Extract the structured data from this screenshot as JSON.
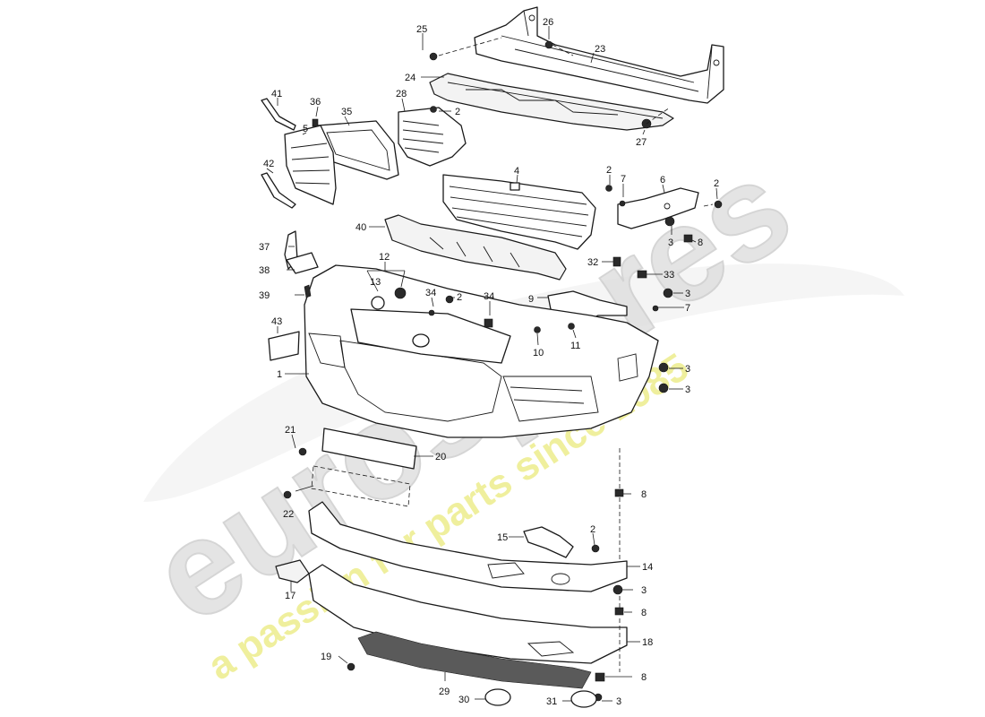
{
  "watermark": {
    "brand": "eurospares",
    "tagline": "a passion for parts since 1985",
    "brand_color": "#d9d9d9",
    "tagline_color": "#efef8a"
  },
  "callouts": [
    {
      "id": "c25",
      "text": "25"
    },
    {
      "id": "c26",
      "text": "26"
    },
    {
      "id": "c23",
      "text": "23"
    },
    {
      "id": "c24",
      "text": "24"
    },
    {
      "id": "c41",
      "text": "41"
    },
    {
      "id": "c36",
      "text": "36"
    },
    {
      "id": "c35",
      "text": "35"
    },
    {
      "id": "c28",
      "text": "28"
    },
    {
      "id": "c2a",
      "text": "2"
    },
    {
      "id": "c27",
      "text": "27"
    },
    {
      "id": "c5",
      "text": "5"
    },
    {
      "id": "c42",
      "text": "42"
    },
    {
      "id": "c4",
      "text": "4"
    },
    {
      "id": "c2b",
      "text": "2"
    },
    {
      "id": "c7a",
      "text": "7"
    },
    {
      "id": "c6",
      "text": "6"
    },
    {
      "id": "c2c",
      "text": "2"
    },
    {
      "id": "c40",
      "text": "40"
    },
    {
      "id": "c3a",
      "text": "3"
    },
    {
      "id": "c8a",
      "text": "8"
    },
    {
      "id": "c37",
      "text": "37"
    },
    {
      "id": "c12",
      "text": "12"
    },
    {
      "id": "c38",
      "text": "38"
    },
    {
      "id": "c32",
      "text": "32"
    },
    {
      "id": "c33",
      "text": "33"
    },
    {
      "id": "c13",
      "text": "13"
    },
    {
      "id": "c34a",
      "text": "34"
    },
    {
      "id": "c34b",
      "text": "34"
    },
    {
      "id": "c2d",
      "text": "2"
    },
    {
      "id": "c39",
      "text": "39"
    },
    {
      "id": "c9",
      "text": "9"
    },
    {
      "id": "c3b",
      "text": "3"
    },
    {
      "id": "c7b",
      "text": "7"
    },
    {
      "id": "c43",
      "text": "43"
    },
    {
      "id": "c10",
      "text": "10"
    },
    {
      "id": "c11",
      "text": "11"
    },
    {
      "id": "c1",
      "text": "1"
    },
    {
      "id": "c3c",
      "text": "3"
    },
    {
      "id": "c3d",
      "text": "3"
    },
    {
      "id": "c21",
      "text": "21"
    },
    {
      "id": "c20",
      "text": "20"
    },
    {
      "id": "c22",
      "text": "22"
    },
    {
      "id": "c8b",
      "text": "8"
    },
    {
      "id": "c15",
      "text": "15"
    },
    {
      "id": "c2e",
      "text": "2"
    },
    {
      "id": "c14",
      "text": "14"
    },
    {
      "id": "c17",
      "text": "17"
    },
    {
      "id": "c3e",
      "text": "3"
    },
    {
      "id": "c8c",
      "text": "8"
    },
    {
      "id": "c18",
      "text": "18"
    },
    {
      "id": "c19",
      "text": "19"
    },
    {
      "id": "c8d",
      "text": "8"
    },
    {
      "id": "c29",
      "text": "29"
    },
    {
      "id": "c30",
      "text": "30"
    },
    {
      "id": "c31",
      "text": "31"
    },
    {
      "id": "c3f",
      "text": "3"
    }
  ]
}
